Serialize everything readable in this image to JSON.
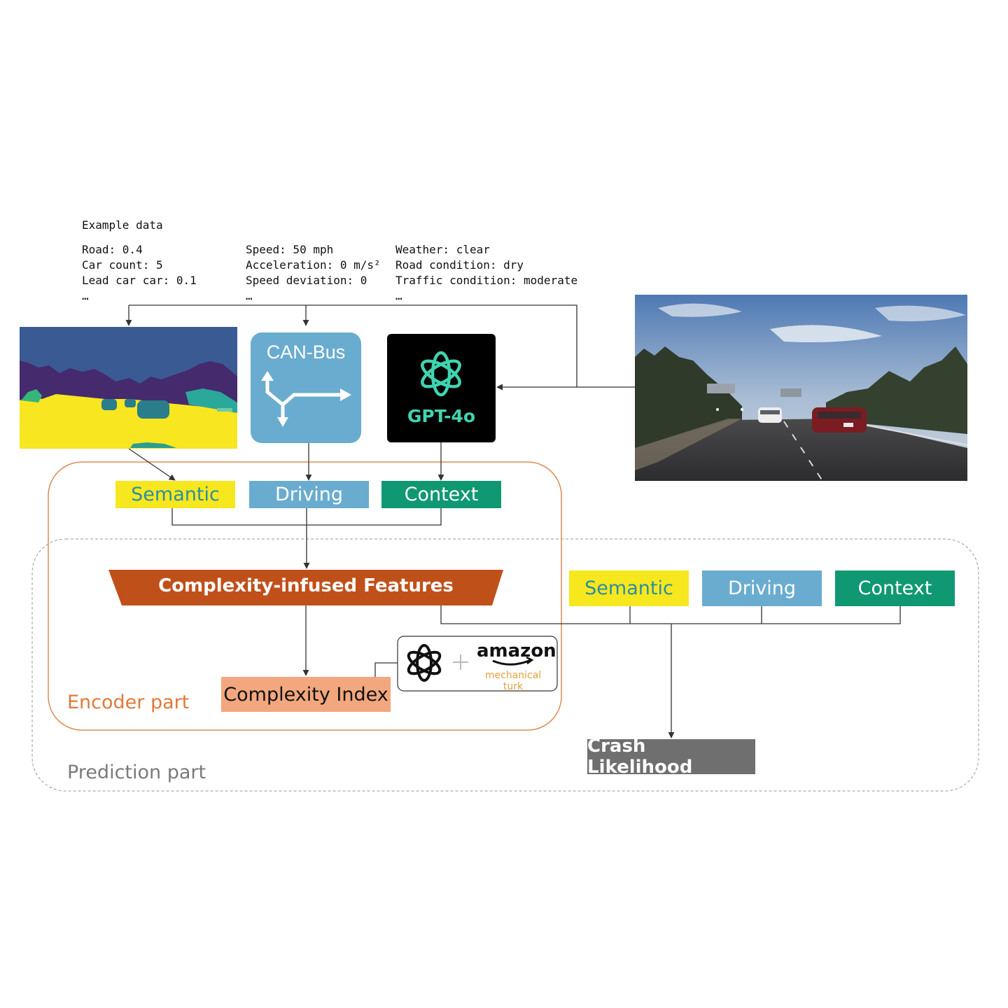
{
  "example_data": {
    "title": "Example data",
    "semantic_lines": [
      "Road: 0.4",
      "Car count: 5",
      "Lead car car: 0.1",
      "…"
    ],
    "driving_lines": [
      "Speed: 50 mph",
      "Acceleration: 0 m/s²",
      "Speed deviation: 0",
      "…"
    ],
    "context_lines": [
      "Weather: clear",
      "Road condition: dry",
      "Traffic condition: moderate",
      "…"
    ]
  },
  "sources": {
    "canbus_label": "CAN-Bus",
    "gpt_label": "GPT-4o"
  },
  "encoder": {
    "tag_semantic": "Semantic",
    "tag_driving": "Driving",
    "tag_context": "Context",
    "features_label": "Complexity-infused Features",
    "index_label": "Complexity Index",
    "region_label": "Encoder part",
    "amazon_word": "amazon",
    "mturk_word": "mechanical turk"
  },
  "prediction": {
    "tag_semantic": "Semantic",
    "tag_driving": "Driving",
    "tag_context": "Context",
    "output_label": "Crash Likelihood",
    "region_label": "Prediction part"
  },
  "colors": {
    "semantic": "#f6e71f",
    "driving": "#69accf",
    "context": "#0f9872",
    "features": "#c0501a",
    "index": "#f2a77e",
    "crash": "#6f6f6f",
    "encoder_border": "#e08a52"
  }
}
